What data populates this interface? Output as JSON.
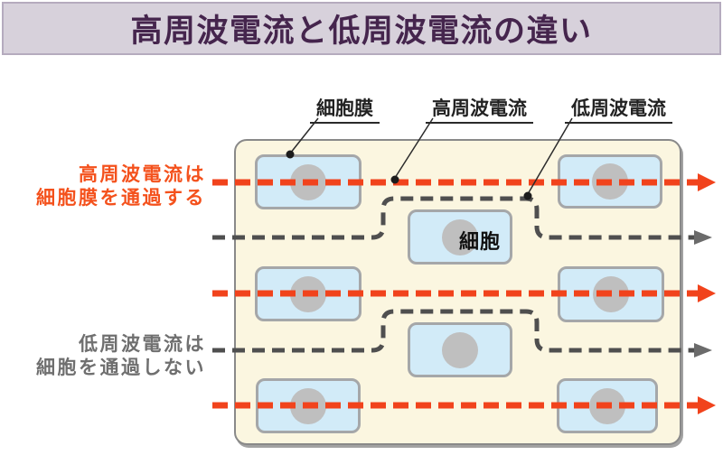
{
  "header": {
    "title": "高周波電流と低周波電流の違い"
  },
  "callouts": {
    "cell_membrane": "細胞膜",
    "high_freq_current": "高周波電流",
    "low_freq_current": "低周波電流"
  },
  "cell_label": "細胞",
  "annotations": {
    "high_freq_line1": "高周波電流は",
    "high_freq_line2": "細胞膜を通過する",
    "low_freq_line1": "低周波電流は",
    "low_freq_line2": "細胞を通過しない"
  },
  "colors": {
    "header_bg": "#d7d1db",
    "header_text": "#45254d",
    "header_border": "#b5abbe",
    "tissue_fill": "#fbf6e0",
    "tissue_border": "#898989",
    "cell_fill": "#d2ebf8",
    "cell_border": "#a5a7a9",
    "nucleus": "#bfbfbf",
    "high_freq_arrow": "#f1431c",
    "low_freq_arrow": "#4f4f4f",
    "annotation_high": "#f4511c",
    "annotation_low": "#6f6f6f"
  }
}
